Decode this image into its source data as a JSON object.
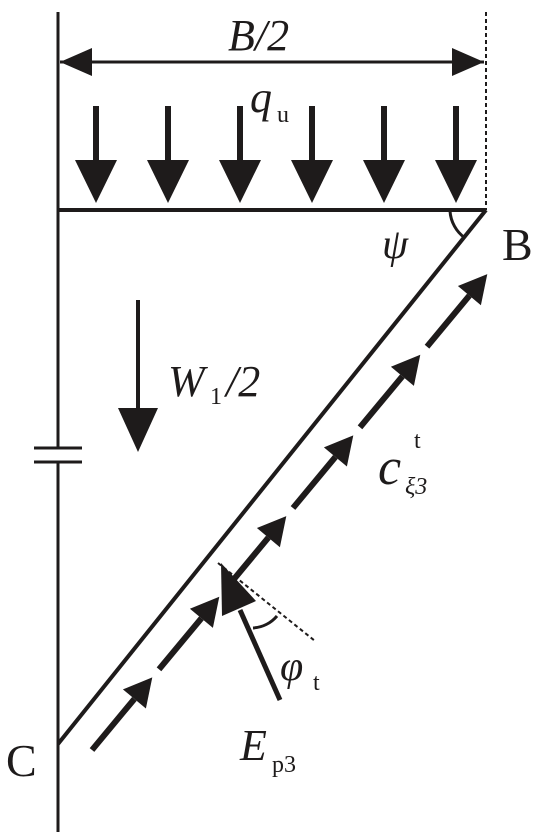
{
  "labels": {
    "width": "B/2",
    "load_symbol": "q",
    "load_sub": "u",
    "angle_psi": "ψ",
    "point_b": "B",
    "weight_symbol": "W",
    "weight_sub": "1",
    "weight_rest": "/2",
    "cohesion_symbol": "c",
    "cohesion_sup": "t",
    "cohesion_sub": "ξ3",
    "angle_phi": "φ",
    "phi_sub": "t",
    "force_symbol": "E",
    "force_sub": "p3",
    "point_c": "C"
  },
  "colors": {
    "ink": "#1e1b1b",
    "background": "#ffffff"
  },
  "counts": {
    "load_arrows": 6,
    "slip_arrows": 6
  }
}
